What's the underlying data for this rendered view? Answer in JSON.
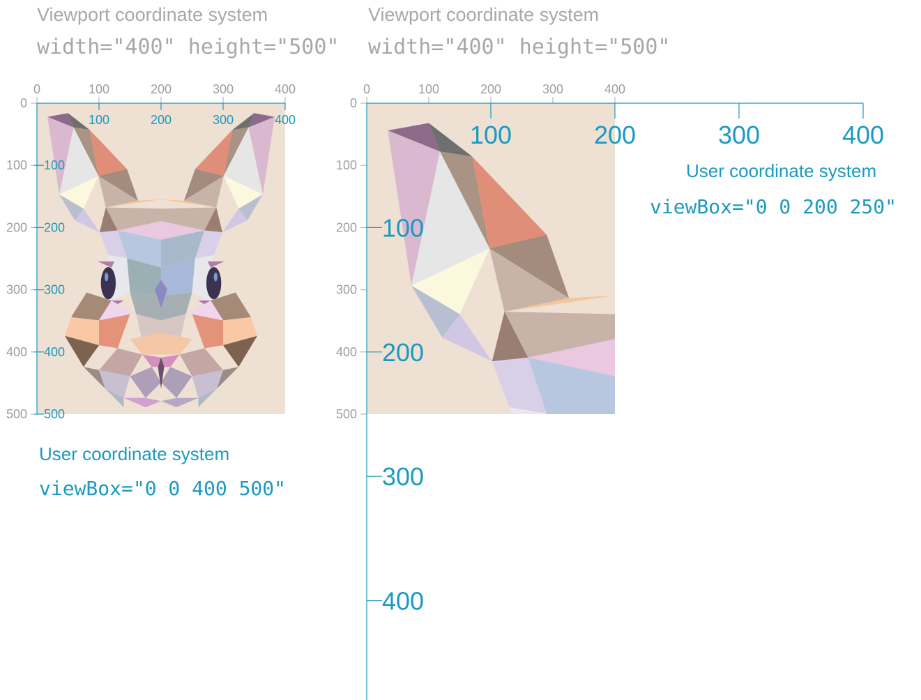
{
  "left_panel": {
    "viewport_caption": "Viewport coordinate system",
    "viewport_code": "width=\"400\" height=\"500\"",
    "user_caption": "User coordinate system",
    "user_code": "viewBox=\"0 0 400 500\"",
    "viewport_x_ticks": [
      "0",
      "100",
      "200",
      "300",
      "400"
    ],
    "viewport_y_ticks": [
      "0",
      "100",
      "200",
      "300",
      "400",
      "500"
    ],
    "user_x_ticks": [
      "100",
      "200",
      "300",
      "400"
    ],
    "user_y_ticks": [
      "100",
      "200",
      "300",
      "400",
      "500"
    ]
  },
  "right_panel": {
    "viewport_caption": "Viewport coordinate system",
    "viewport_code": "width=\"400\" height=\"500\"",
    "user_caption": "User coordinate system",
    "user_code": "viewBox=\"0 0 200 250\"",
    "viewport_x_ticks": [
      "0",
      "100",
      "200",
      "300",
      "400"
    ],
    "viewport_y_ticks": [
      "0",
      "100",
      "200",
      "300",
      "400",
      "500"
    ],
    "user_x_ticks": [
      "100",
      "200",
      "300",
      "400"
    ],
    "user_y_ticks": [
      "100",
      "200",
      "300",
      "400"
    ]
  },
  "colors": {
    "viewport_axis": "#a8a8a8",
    "user_axis": "#1a9ac0",
    "canvas_background": "#eee0d3"
  }
}
